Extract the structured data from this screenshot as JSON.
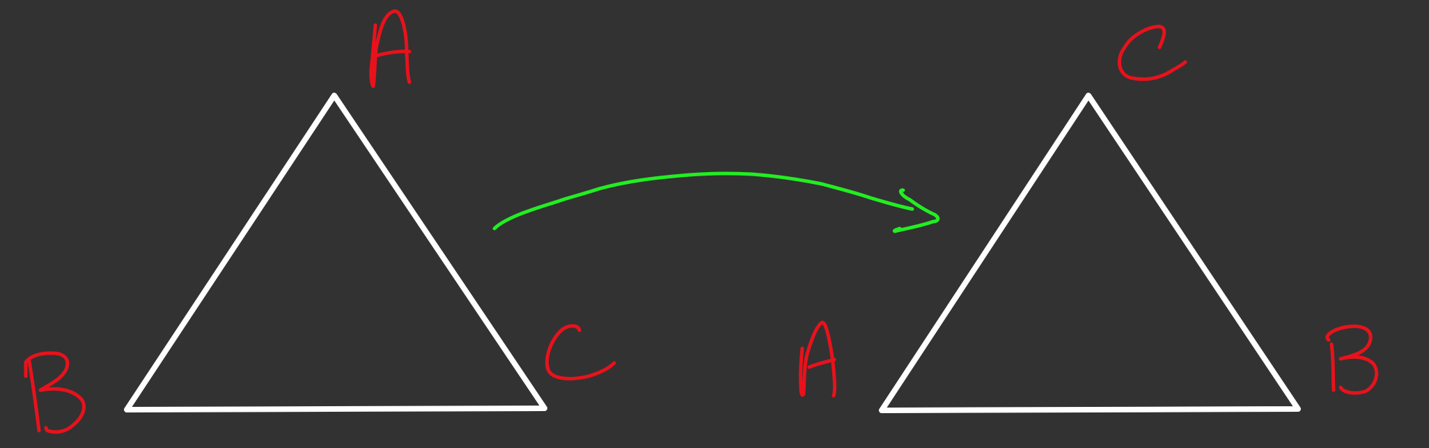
{
  "colors": {
    "background": "#323232",
    "triangle_stroke": "#ffffff",
    "label": "#e8121c",
    "arrow": "#22ee22"
  },
  "left_triangle": {
    "vertex_top": "A",
    "vertex_bottom_left": "B",
    "vertex_bottom_right": "C"
  },
  "right_triangle": {
    "vertex_top": "C",
    "vertex_bottom_left": "A",
    "vertex_bottom_right": "B"
  }
}
